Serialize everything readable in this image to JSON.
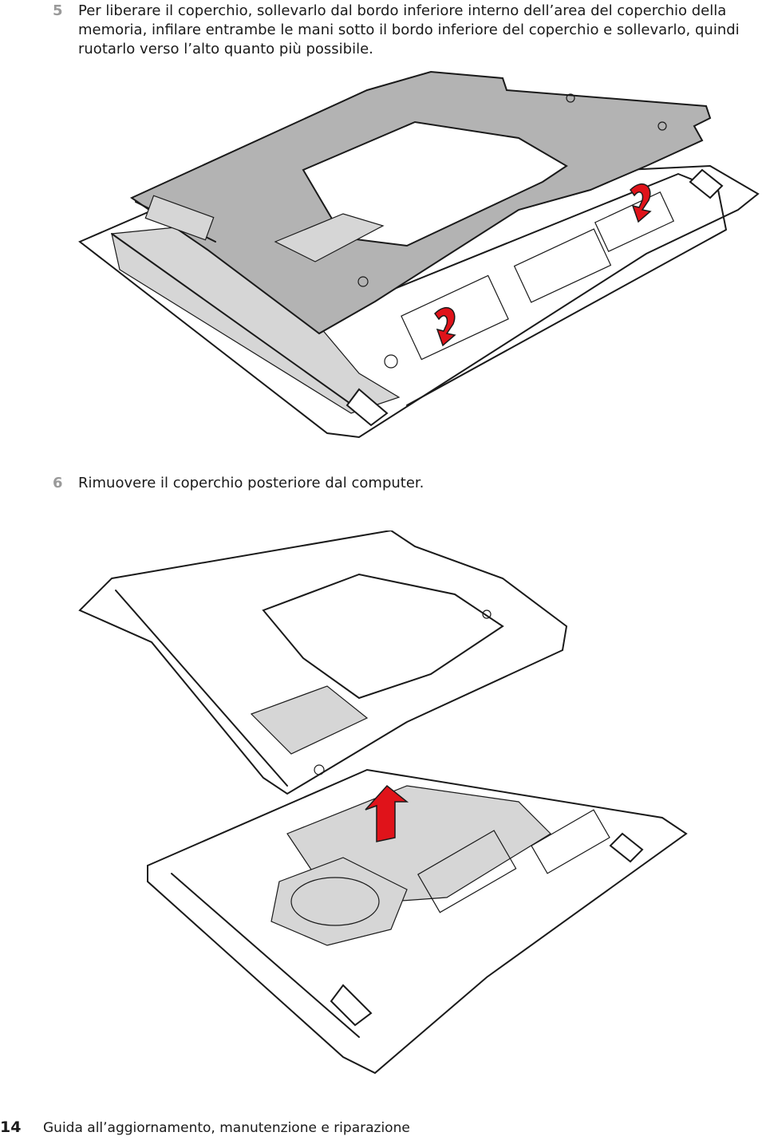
{
  "steps": [
    {
      "number": "5",
      "text": "Per liberare il coperchio, sollevarlo dal bordo inferiore interno dell’area del coperchio della memoria, infilare entrambe le mani sotto il bordo inferiore del coperchio e sollevarlo, quindi ruotarlo verso l’alto quanto più possibile."
    },
    {
      "number": "6",
      "text": "Rimuovere il coperchio posteriore dal computer."
    }
  ],
  "figures": {
    "fig1": {
      "arrow_color": "#e0131a",
      "arrow_icon": "curved-rotate-arrow",
      "arrow_count": 2
    },
    "fig2": {
      "arrow_color": "#e0131a",
      "arrow_icon": "straight-up-arrow",
      "arrow_count": 1
    }
  },
  "footer": {
    "page_number": "14",
    "title": "Guida all’aggiornamento, manutenzione e riparazione"
  }
}
